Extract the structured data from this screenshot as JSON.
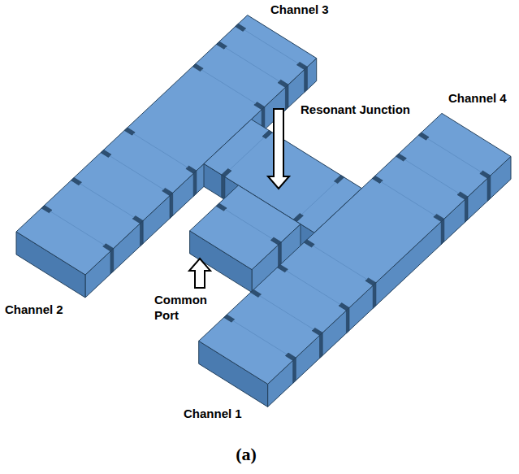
{
  "diagram": {
    "caption": "(a)",
    "labels": [
      "Channel 3",
      "Channel 4",
      "Resonant Junction",
      "Common Port",
      "Channel 2",
      "Channel 1"
    ]
  }
}
